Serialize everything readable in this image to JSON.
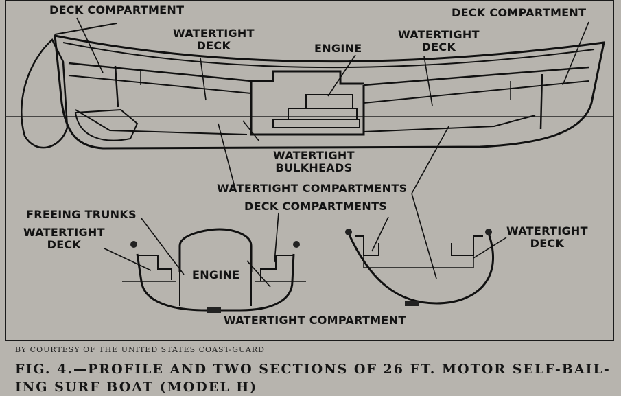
{
  "labels": {
    "deck_compartment_left": "DECK COMPARTMENT",
    "deck_compartment_right": "DECK COMPARTMENT",
    "watertight_deck_left": [
      "WATERTIGHT",
      "DECK"
    ],
    "engine_profile": "ENGINE",
    "watertight_deck_right": [
      "WATERTIGHT",
      "DECK"
    ],
    "watertight_bulkheads": [
      "WATERTIGHT",
      "BULKHEADS"
    ],
    "watertight_compartments": "WATERTIGHT COMPARTMENTS",
    "deck_compartments": "DECK COMPARTMENTS",
    "freeing_trunks": "FREEING TRUNKS",
    "watertight_deck_section_left": [
      "WATERTIGHT",
      "DECK"
    ],
    "engine_section": "ENGINE",
    "watertight_deck_section_right": [
      "WATERTIGHT",
      "DECK"
    ],
    "watertight_compartment": "WATERTIGHT COMPARTMENT"
  },
  "credit": "BY COURTESY OF THE UNITED STATES COAST-GUARD",
  "caption": "Fig. 4.—Profile and two sections of 26 ft. motor self-bail-ing surf boat (model H)"
}
